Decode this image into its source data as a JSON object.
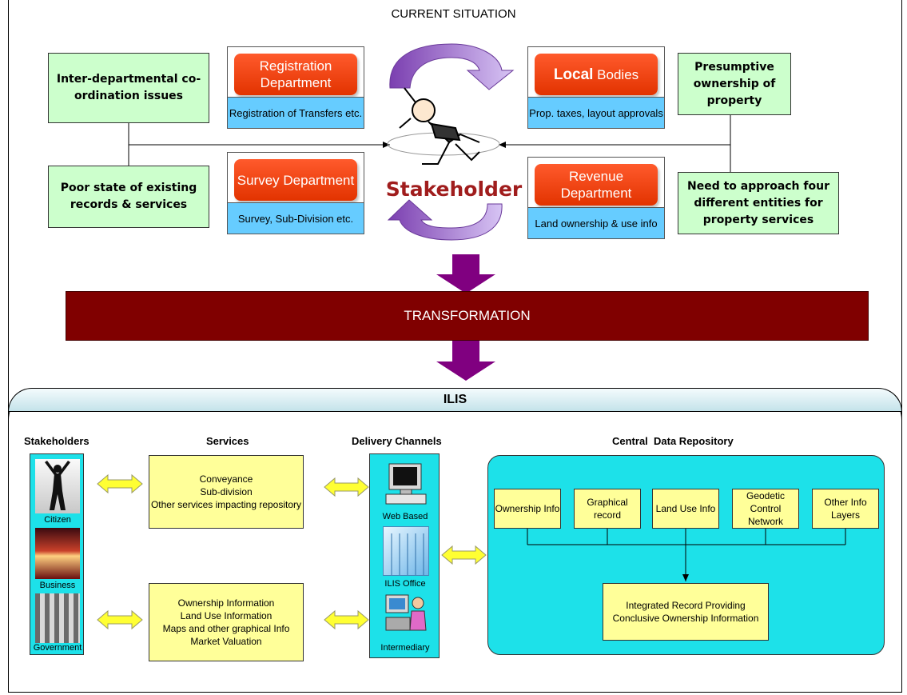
{
  "current_situation": {
    "title": "CURRENT SITUATION",
    "issues": {
      "top_left": "Inter-departmental co-ordination issues",
      "bottom_left": "Poor state of existing records & services",
      "top_right": "Presumptive ownership of property",
      "bottom_right": "Need to approach four different entities for property services"
    },
    "departments": {
      "registration": {
        "name": "Registration Department",
        "desc": "Registration of Transfers etc."
      },
      "local": {
        "name_bold": "Local",
        "name_rest": " Bodies",
        "desc": "Prop. taxes, layout approvals"
      },
      "survey": {
        "name": "Survey Department",
        "desc": "Survey, Sub-Division etc."
      },
      "revenue": {
        "name": "Revenue Department",
        "desc": "Land ownership & use info"
      }
    },
    "stakeholder": "Stakeholder"
  },
  "transformation": {
    "label": "TRANSFORMATION"
  },
  "ilis": {
    "title": "ILIS",
    "columns": {
      "stakeholders": "Stakeholders",
      "services": "Services",
      "delivery": "Delivery Channels",
      "repository": "Central  Data Repository"
    },
    "stakeholders": [
      "Citizen",
      "Business",
      "Government"
    ],
    "services_top": [
      "Conveyance",
      "Sub-division",
      "Other services impacting repository"
    ],
    "services_bottom": [
      "Ownership Information",
      "Land Use Information",
      "Maps and other graphical Info",
      "Market Valuation"
    ],
    "channels": [
      "Web Based",
      "ILIS Office",
      "Intermediary"
    ],
    "repository_items": [
      "Ownership Info",
      "Graphical record",
      "Land Use Info",
      "Geodetic Control Network",
      "Other Info Layers"
    ],
    "integrated": "Integrated Record Providing Conclusive Ownership Information"
  },
  "colors": {
    "dept_red": "#e83a0c",
    "dept_blue": "#66ccff",
    "issue_green": "#ccffcc",
    "transform": "#800000",
    "cyan": "#1de1e9",
    "yellow": "#ffff99",
    "arrow_purple": "#800080"
  }
}
